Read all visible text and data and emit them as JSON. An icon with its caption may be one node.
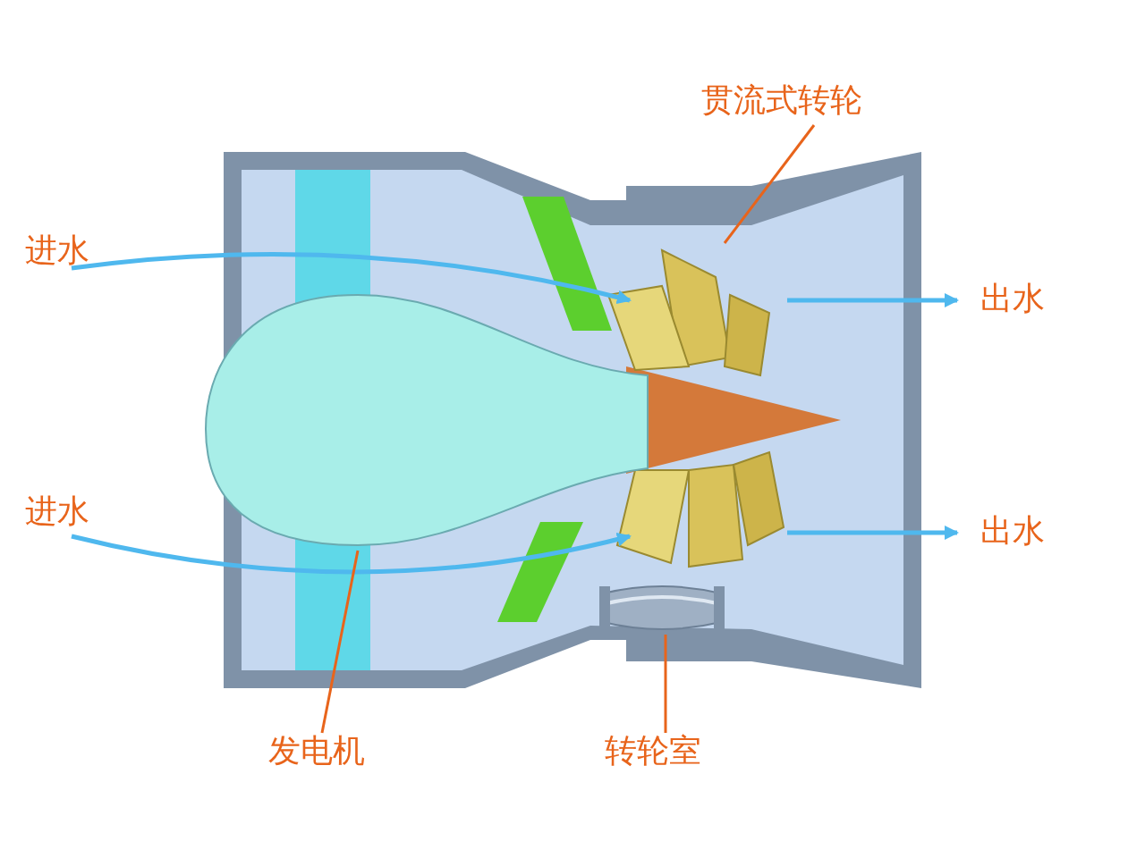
{
  "diagram": {
    "nodes": [
      {
        "text": [
          "贯流式转轮"
        ]
      },
      {
        "text": [],
        "shape": "picture"
      },
      {
        "text": [],
        "shape": "picture"
      },
      {
        "text": [],
        "shape": "picture"
      },
      {
        "text": [
          "发电机"
        ]
      },
      {
        "text": [
          "转轮室"
        ]
      }
    ],
    "edges": [
      {
        "from": 0,
        "to": 1,
        "arrow": "none"
      },
      {
        "from": 4,
        "to": 2,
        "arrow": "none"
      },
      {
        "from": 5,
        "to": 3,
        "arrow": "none"
      }
    ],
    "labels": [
      "进水",
      "出水",
      "进水",
      "出水"
    ]
  }
}
